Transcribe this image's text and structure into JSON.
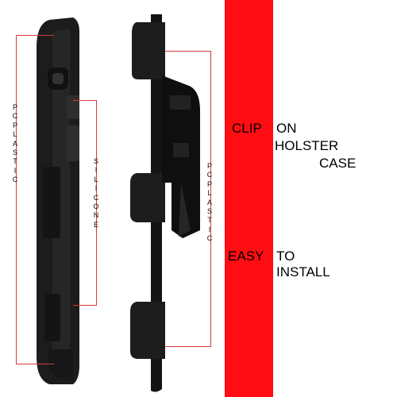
{
  "labels": {
    "pc_plastic_left": "PCPLASTIC",
    "silicone": "SILICONE",
    "pc_plastic_right": "PCPLASTIC"
  },
  "text": {
    "clip": "CLIP",
    "on": "ON",
    "holster": "HOLSTER",
    "case": "CASE",
    "easy": "EASY",
    "to": "TO",
    "install": "INSTALL"
  },
  "colors": {
    "accent_red": "#ff0d12",
    "case_black": "#1a1a1a",
    "callout_line": "#d63a3a"
  }
}
